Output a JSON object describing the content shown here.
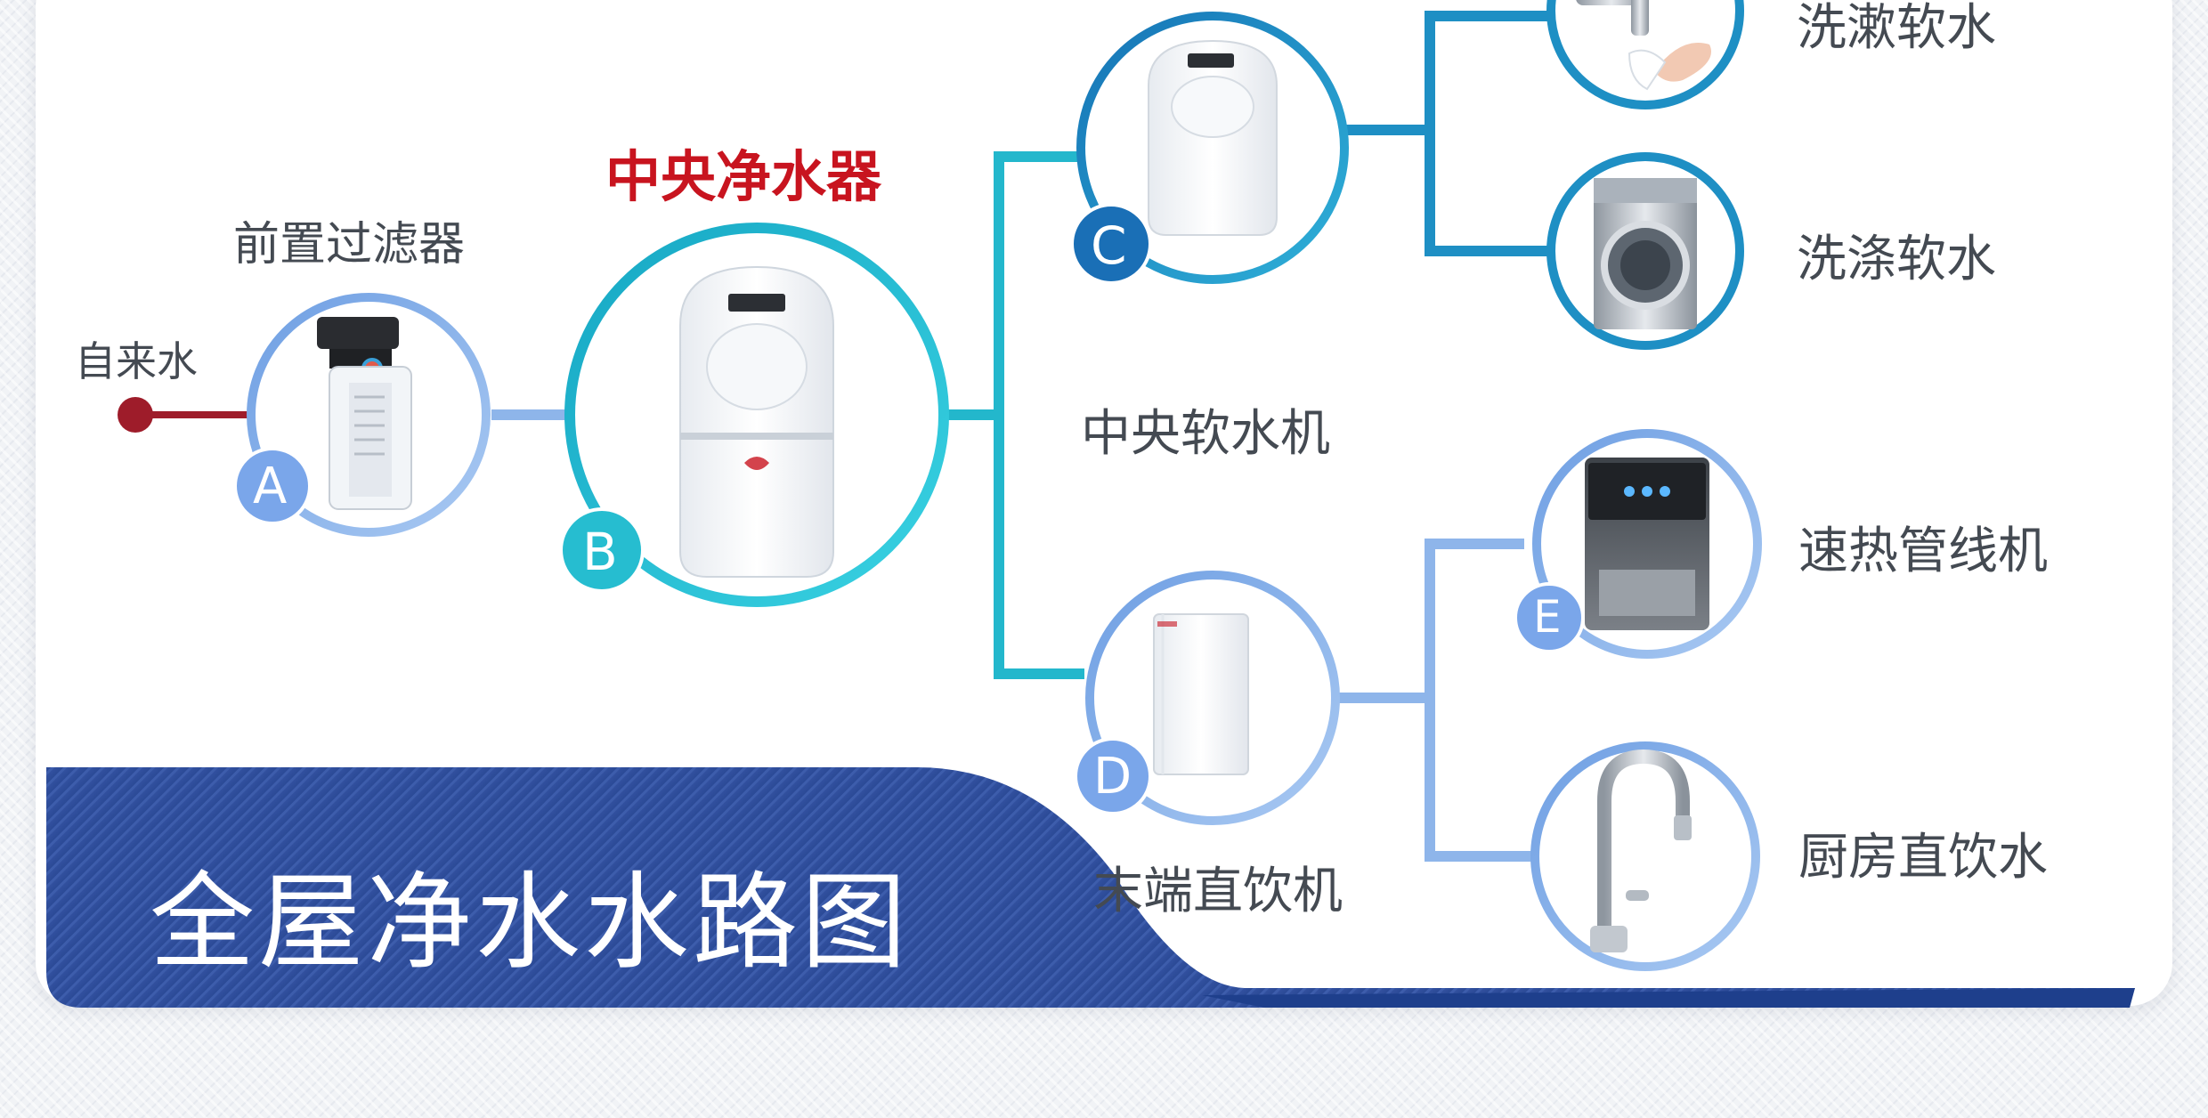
{
  "diagram": {
    "banner_title": "全屋净水水路图",
    "inlet_label": "自来水",
    "nodes": [
      {
        "id": "A",
        "name": "前置过滤器",
        "icon": "prefilter-cartridge"
      },
      {
        "id": "B",
        "name": "中央净水器",
        "icon": "central-purifier-unit"
      },
      {
        "id": "C",
        "name": "中央软水机",
        "icon": "water-softener-unit"
      },
      {
        "id": "D",
        "name": "末端直饮机",
        "icon": "ro-drinking-purifier"
      },
      {
        "id": "E",
        "name": "速热管线机",
        "icon": "instant-hot-dispenser"
      }
    ],
    "outputs": [
      {
        "name": "洗漱软水",
        "icon": "faucet-handwash"
      },
      {
        "name": "洗涤软水",
        "icon": "washing-machine"
      },
      {
        "name": "厨房直饮水",
        "icon": "kitchen-faucet"
      }
    ],
    "colors": {
      "highlight": "#c8141f",
      "banner": "#2f4e9d",
      "pipe_teal": "#23b7cc",
      "pipe_blue": "#1e8fc4",
      "pipe_light": "#8eb5ea",
      "inlet": "#9e1c2a"
    }
  }
}
